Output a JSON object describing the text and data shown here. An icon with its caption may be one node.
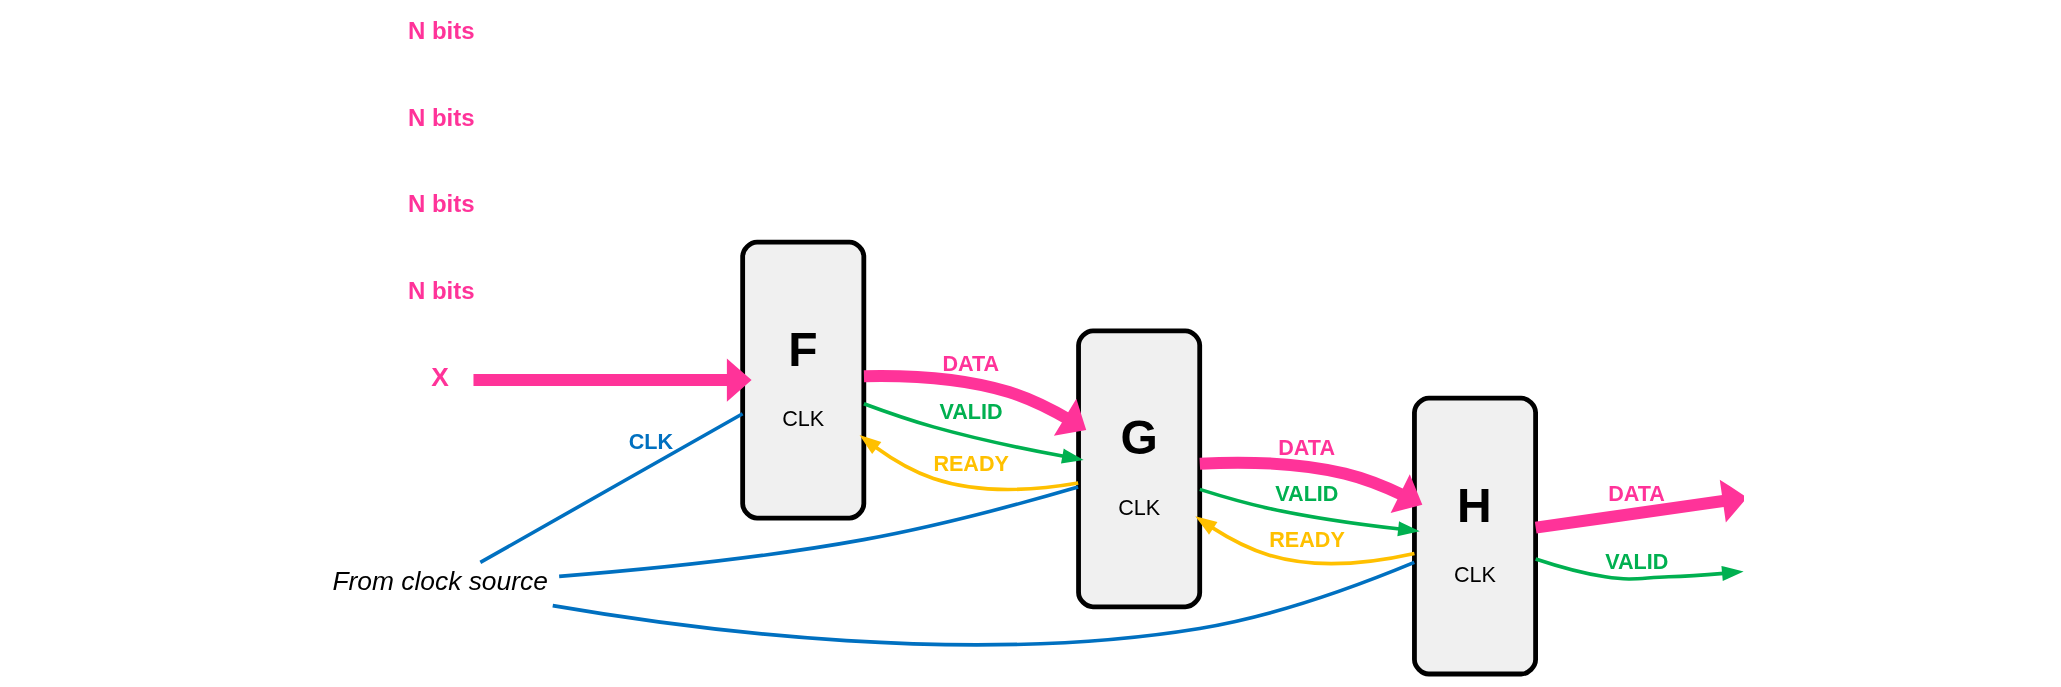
{
  "diagram": {
    "nodes": [
      {
        "text": [
          "X"
        ]
      },
      {
        "text": [
          "F",
          "CLK"
        ]
      },
      {
        "text": [
          "G",
          "CLK"
        ]
      },
      {
        "text": [
          "H",
          "CLK"
        ]
      },
      {
        "text": [
          "From clock source"
        ]
      }
    ],
    "edges": [
      {
        "from": 0,
        "to": 1,
        "arrow": "to",
        "style": "thick",
        "color": "#ff3399"
      },
      {
        "from": 1,
        "to": 2,
        "arrow": "to",
        "label": "DATA",
        "style": "thick",
        "color": "#ff3399"
      },
      {
        "from": 2,
        "to": 3,
        "arrow": "to",
        "label": "DATA",
        "style": "thick",
        "color": "#ff3399"
      },
      {
        "from": 3,
        "to": null,
        "arrow": "to",
        "label": "DATA",
        "style": "thick",
        "color": "#ff3399"
      },
      {
        "from": 1,
        "to": 2,
        "arrow": "to",
        "label": "VALID",
        "color": "#00b050"
      },
      {
        "from": 2,
        "to": 3,
        "arrow": "to",
        "label": "VALID",
        "color": "#00b050"
      },
      {
        "from": 3,
        "to": null,
        "arrow": "to",
        "label": "VALID",
        "color": "#00b050"
      },
      {
        "from": 2,
        "to": 1,
        "arrow": "to",
        "label": "READY",
        "color": "#ffc000"
      },
      {
        "from": 3,
        "to": 2,
        "arrow": "to",
        "label": "READY",
        "color": "#ffc000"
      },
      {
        "from": 4,
        "to": 1,
        "arrow": "none",
        "label": "CLK",
        "color": "#0070c0"
      },
      {
        "from": 4,
        "to": 2,
        "arrow": "none",
        "color": "#0070c0"
      },
      {
        "from": 4,
        "to": 3,
        "arrow": "none",
        "color": "#0070c0"
      }
    ],
    "labels": [
      "N bits",
      "N bits",
      "N bits",
      "N bits"
    ]
  }
}
